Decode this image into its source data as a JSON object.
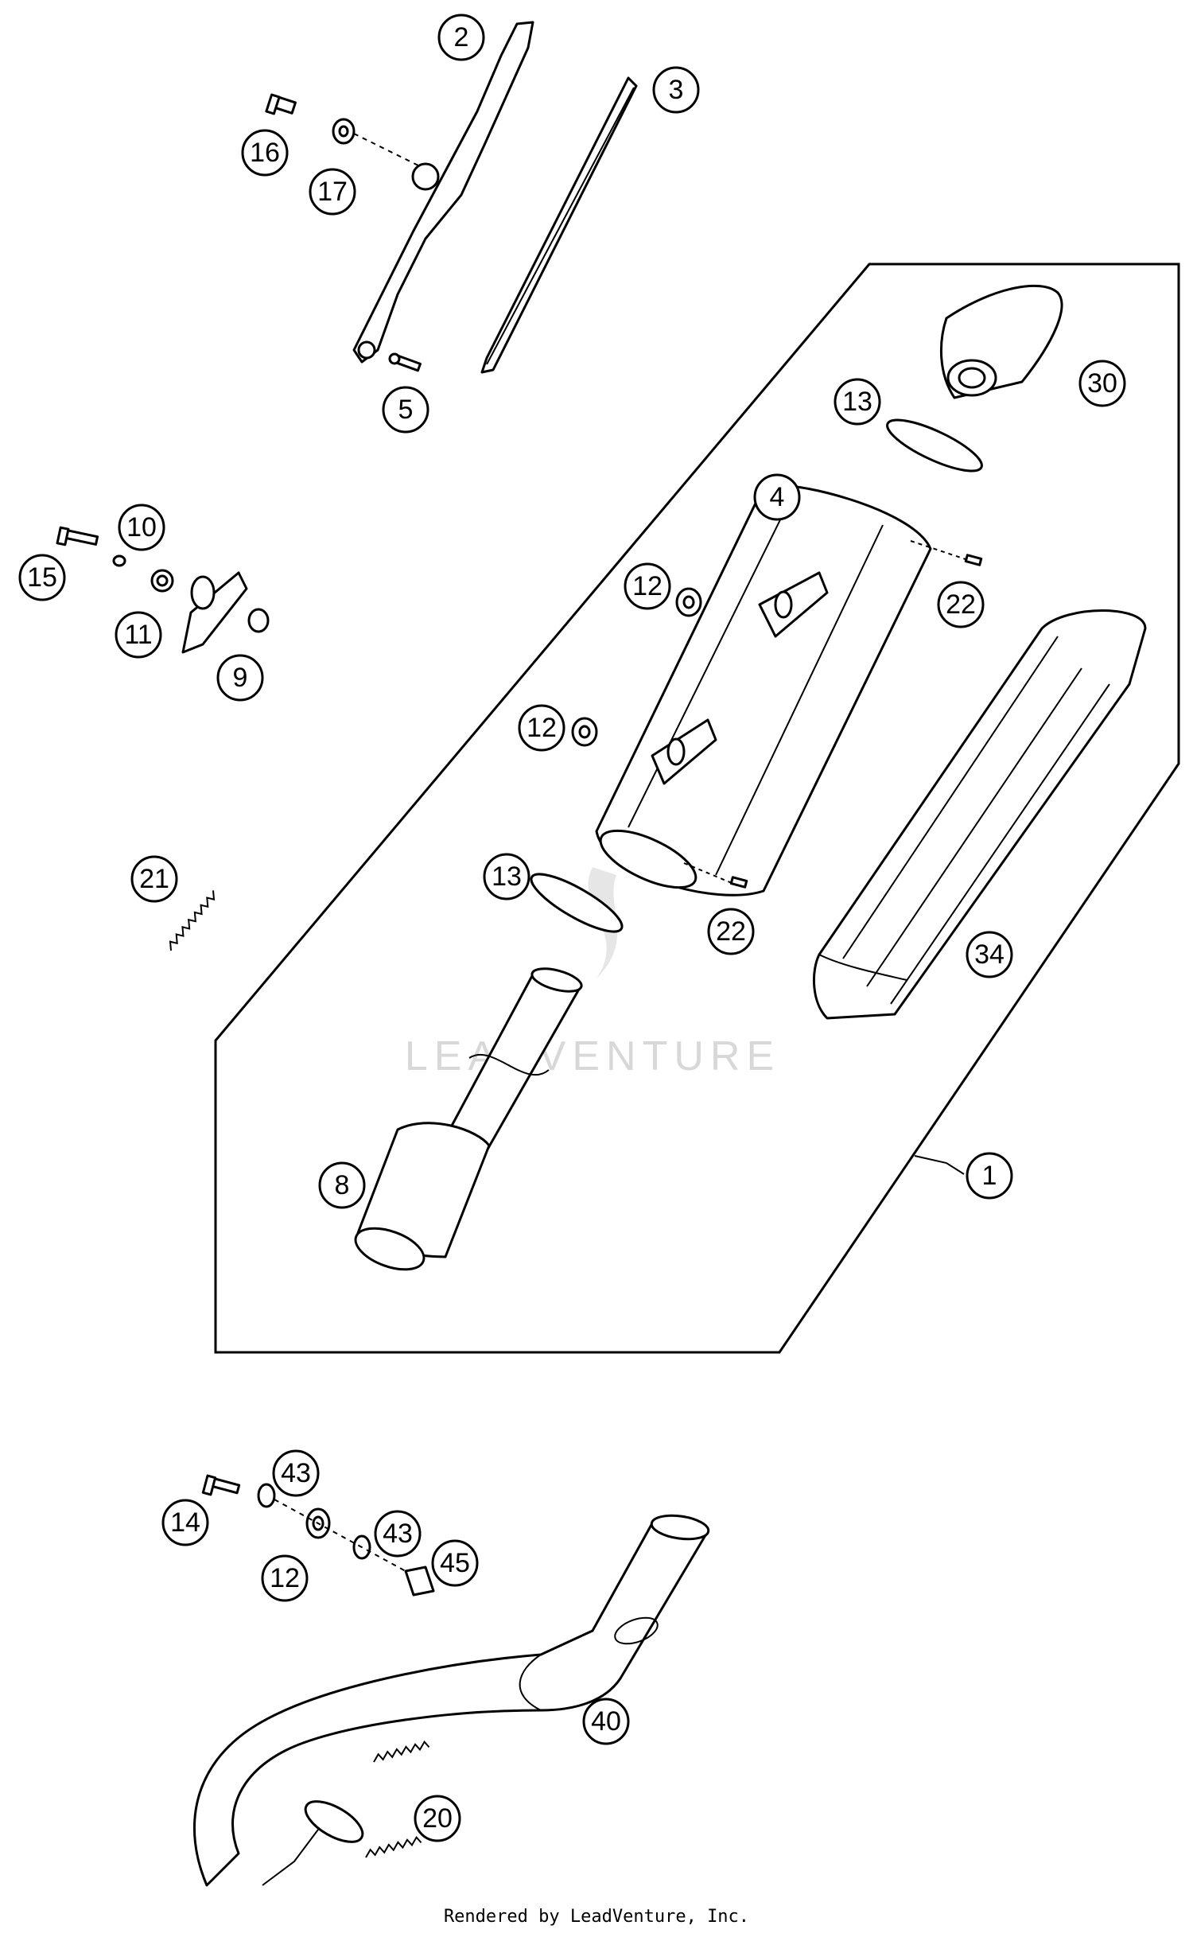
{
  "watermark": "LEADVENTURE",
  "footer": "Rendered by LeadVenture, Inc.",
  "callouts": {
    "c1": "1",
    "c2": "2",
    "c3": "3",
    "c4": "4",
    "c5": "5",
    "c8": "8",
    "c9": "9",
    "c10": "10",
    "c11": "11",
    "c12a": "12",
    "c12b": "12",
    "c12c": "12",
    "c13a": "13",
    "c13b": "13",
    "c14": "14",
    "c15": "15",
    "c16": "16",
    "c17": "17",
    "c20": "20",
    "c21": "21",
    "c22a": "22",
    "c22b": "22",
    "c30": "30",
    "c34": "34",
    "c40": "40",
    "c43a": "43",
    "c43b": "43",
    "c45": "45"
  }
}
